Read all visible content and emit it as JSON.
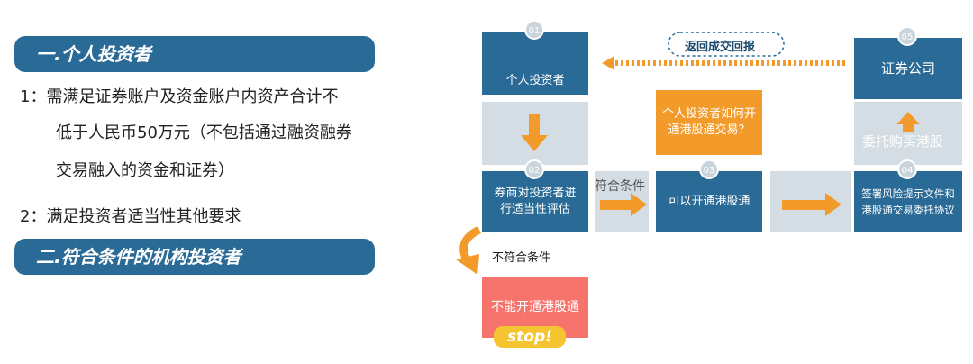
{
  "left": {
    "section1_title": "一.个人投资者",
    "req1_line1": "1：需满足证券账户及资金账户内资产合计不",
    "req1_line2": "低于人民币50万元（不包括通过融资融券",
    "req1_line3": "交易融入的资金和证券）",
    "req2": "2：满足投资者适当性其他要求",
    "section2_title": "二.符合条件的机构投资者"
  },
  "flow": {
    "step01_num": "01",
    "step01_label": "个人投资者",
    "step02_num": "02",
    "step02_label": "券商对投资者进行适当性评估",
    "step03_num": "03",
    "step03_label": "可以开通港股通",
    "step04_num": "04",
    "step04_label": "签署风险提示文件和港股通交易委托协议",
    "step05_num": "05",
    "step05_label": "证券公司",
    "question": "个人投资者如何开通港股通交易？",
    "return_label": "返回成交回报",
    "qualified_label": "符合条件",
    "entrust_label": "委托购买港股",
    "unqualified_label": "不符合条件",
    "cannot_open_label": "不能开通港股通",
    "stop_label": "stop!"
  },
  "colors": {
    "primary_blue": "#2a6a96",
    "accent_orange": "#f39b2a",
    "panel_grey": "#d4dde3",
    "stop_pink": "#f7746d",
    "stop_yellow": "#f5c431"
  },
  "icons": [
    "person-icon",
    "arrow-down-icon",
    "arrow-right-icon",
    "arrow-up-icon",
    "arrow-left-icon",
    "curved-arrow-icon"
  ]
}
